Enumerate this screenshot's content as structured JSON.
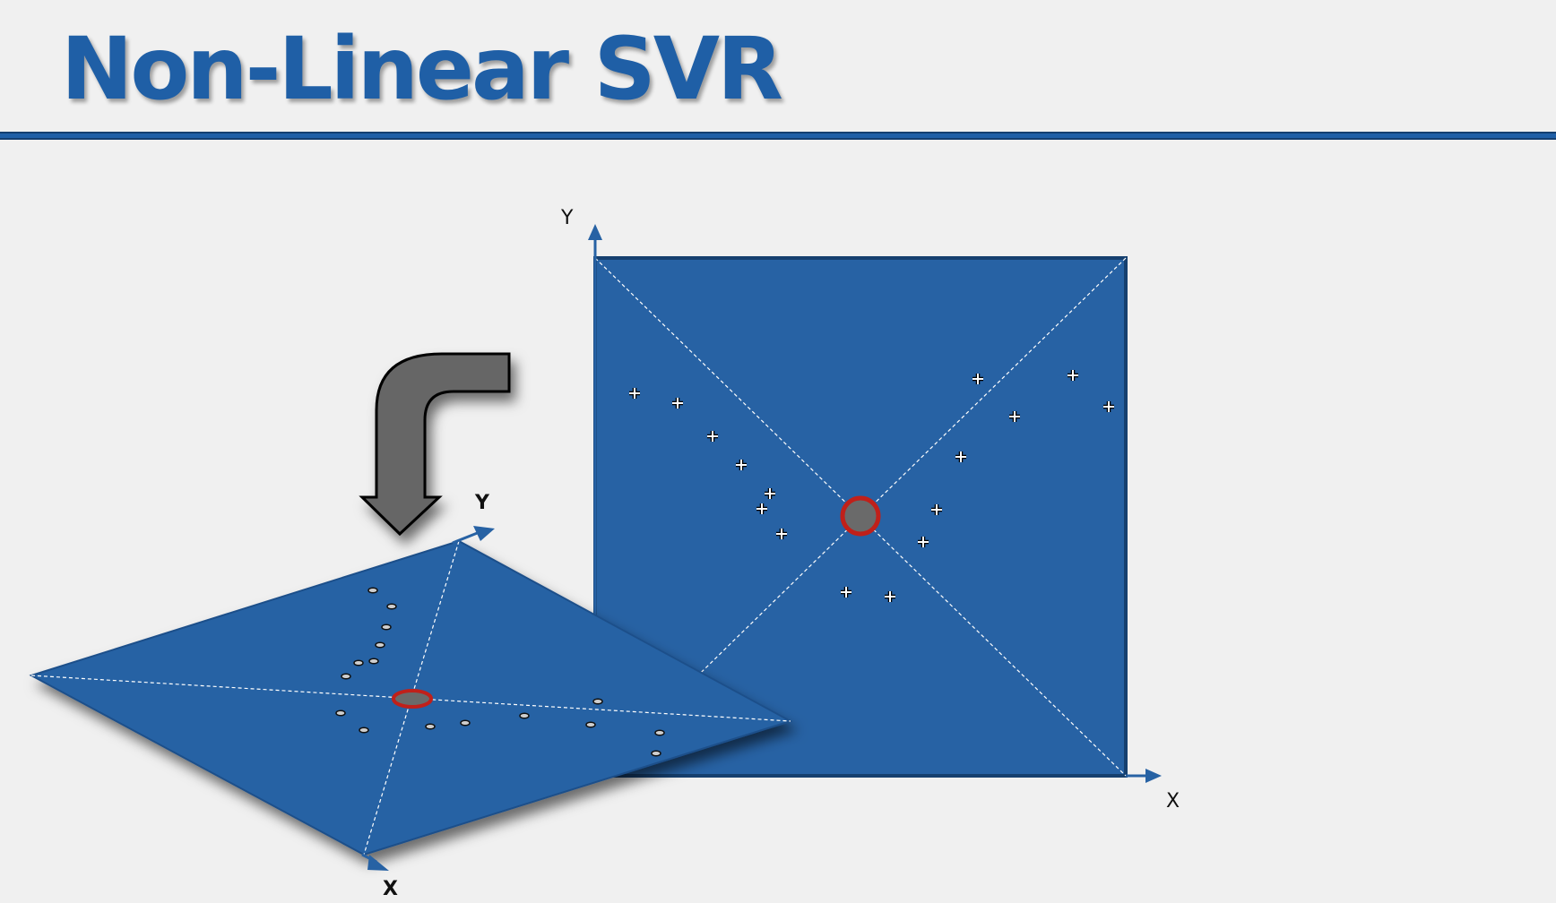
{
  "slide": {
    "title": "Non-Linear SVR"
  },
  "front_plot": {
    "y_label": "Y",
    "x_label": "X",
    "plane_color": "#2762a4",
    "point_symbol": "+"
  },
  "tilted_plot": {
    "y_label": "Y",
    "x_label": "X",
    "plane_color": "#2762a4"
  },
  "colors": {
    "accent": "#1f5fa6",
    "origin_ring": "#c0201a",
    "arrow_fill": "#666666"
  },
  "icons": {
    "transform_arrow": "curved-down-arrow-icon"
  }
}
